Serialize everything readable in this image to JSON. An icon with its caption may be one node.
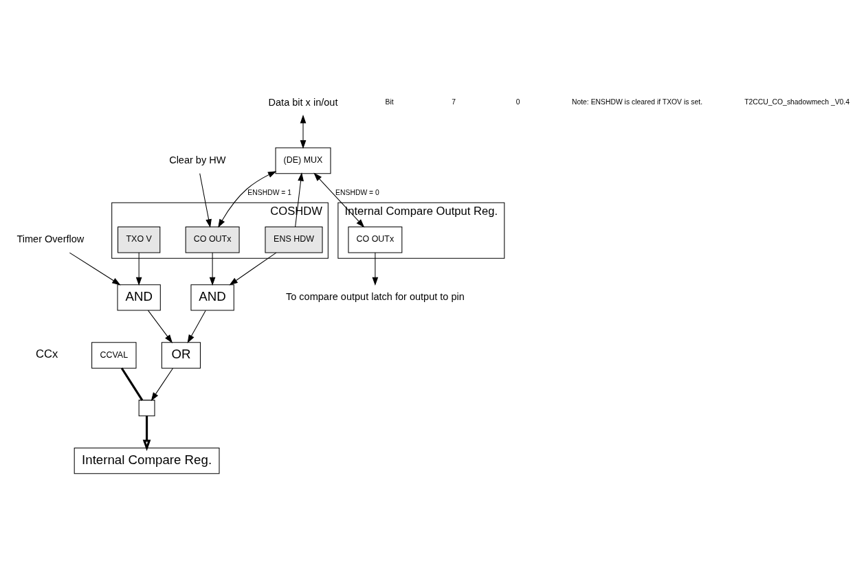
{
  "diagram": {
    "nodes": [
      {
        "text": [
          "Internal Compare Output Reg."
        ]
      },
      {
        "text": [
          "CO OUTx"
        ],
        "in": 0
      },
      {
        "text": [
          "Data bit x in/out"
        ]
      },
      {
        "text": [
          "(DE) MUX"
        ]
      },
      {
        "text": [
          "COSHDW"
        ]
      },
      {
        "text": [
          "ENS HDW"
        ],
        "in": 4
      },
      {
        "text": [
          "TXO V"
        ],
        "in": 4
      },
      {
        "text": [
          "CO OUTx"
        ],
        "in": 4
      },
      {
        "text": [
          "To compare output latch for output to pin"
        ]
      },
      {
        "text": [
          "Clear by HW"
        ]
      },
      {
        "text": [
          "AND"
        ]
      },
      {
        "text": [
          "AND"
        ]
      },
      {
        "text": [
          "OR"
        ]
      },
      {
        "text": [
          "Timer Overflow"
        ]
      },
      {
        "text": [
          "Internal Compare Reg."
        ]
      },
      {
        "text": [
          "CCVAL"
        ],
        "beside": [
          "CCx"
        ]
      },
      {
        "text": [],
        "shape": "box"
      }
    ],
    "edges": [
      {
        "from": 2,
        "to": 3,
        "arrow": "both"
      },
      {
        "from": 3,
        "to": 1,
        "arrow": "both",
        "label": "ENSHDW = 0"
      },
      {
        "from": 3,
        "to": 7,
        "arrow": "both",
        "label": "ENSHDW = 1"
      },
      {
        "from": 1,
        "to": 8,
        "arrow": "to"
      },
      {
        "from": 9,
        "to": 7,
        "arrow": "to"
      },
      {
        "from": 5,
        "to": 3,
        "arrow": "to"
      },
      {
        "from": 7,
        "to": 10,
        "arrow": "to"
      },
      {
        "from": 5,
        "to": 10,
        "arrow": "to"
      },
      {
        "from": 6,
        "to": 11,
        "arrow": "to"
      },
      {
        "from": 13,
        "to": 11,
        "arrow": "to"
      },
      {
        "from": 10,
        "to": 12,
        "arrow": "to"
      },
      {
        "from": 11,
        "to": 12,
        "arrow": "to"
      },
      {
        "from": 12,
        "to": 16,
        "arrow": "to"
      },
      {
        "from": 15,
        "to": 16,
        "arrow": "none",
        "style": "thick"
      },
      {
        "from": 16,
        "to": 14,
        "arrow": "to",
        "style": "thick"
      }
    ],
    "labels": [
      "Bit",
      "7",
      "0",
      "Note: ENSHDW is cleared if TXOV is set.",
      "T2CCU_CO_shadowmech _V0.4"
    ]
  }
}
